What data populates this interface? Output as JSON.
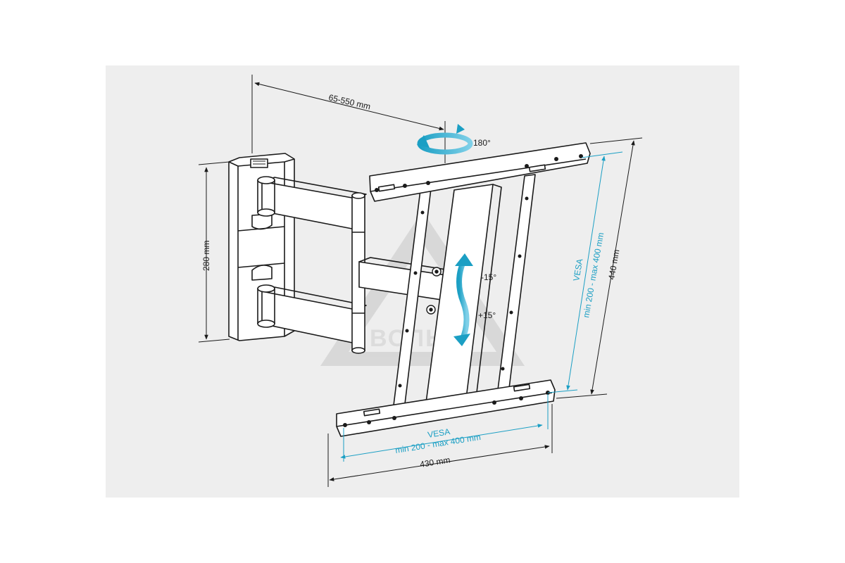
{
  "colors": {
    "panel": "#eeeeee",
    "line": "#1a1a1a",
    "accent": "#1b9fc4",
    "watermark": "#cfcfcf"
  },
  "icons": {
    "swivel": "rotate-arrow-icon",
    "tilt": "tilt-arrow-icon",
    "watermark": "triangle-logo-icon"
  },
  "dimensions": {
    "extension": "65-550 mm",
    "rotation": "180°",
    "wall_plate_height": "280 mm",
    "tilt_up": "-15°",
    "tilt_down": "+15°",
    "bracket_height": "440 mm",
    "bracket_width": "430 mm",
    "vesa_label": "VESA",
    "vesa_range": "min 200 - max 400 mm"
  },
  "watermark": {
    "text": "ВОЛЬ"
  }
}
